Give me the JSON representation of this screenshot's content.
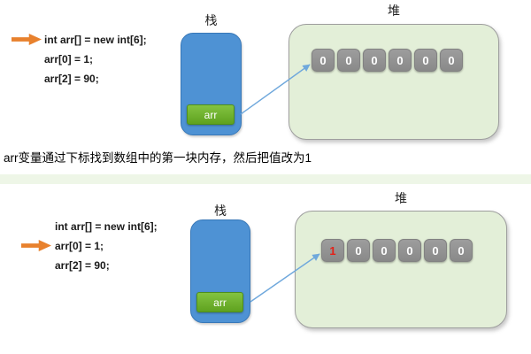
{
  "caption": "arr变量通过下标找到数组中的第一块内存，然后把值改为1",
  "panels": [
    {
      "stack_label": "栈",
      "heap_label": "堆",
      "var_label": "arr",
      "code": [
        "int arr[] = new int[6];",
        "arr[0] = 1;",
        "arr[2] = 90;"
      ],
      "pointed_code_line": 0,
      "cells": [
        "0",
        "0",
        "0",
        "0",
        "0",
        "0"
      ],
      "highlight_index": null
    },
    {
      "stack_label": "栈",
      "heap_label": "堆",
      "var_label": "arr",
      "code": [
        "int arr[] = new int[6];",
        "arr[0] = 1;",
        "arr[2] = 90;"
      ],
      "pointed_code_line": 1,
      "cells": [
        "1",
        "0",
        "0",
        "0",
        "0",
        "0"
      ],
      "highlight_index": 0
    }
  ],
  "colors": {
    "stack_fill": "#4E92D4",
    "stack_border": "#3878B8",
    "var_fill_top": "#83C341",
    "var_fill_bottom": "#5FA21F",
    "var_border": "#4E8F1C",
    "heap_fill": "#E3EFD8",
    "heap_border": "#9E9E9E",
    "cell_fill_top": "#9D9D9D",
    "cell_fill_bottom": "#898989",
    "cell_border": "#828282",
    "cell_text": "#FFFFFF",
    "highlight_text": "#E32119",
    "connector": "#6FA8DC",
    "arrow": "#E8812D",
    "band": "#EEF6E7",
    "text": "#1A1A1A"
  }
}
